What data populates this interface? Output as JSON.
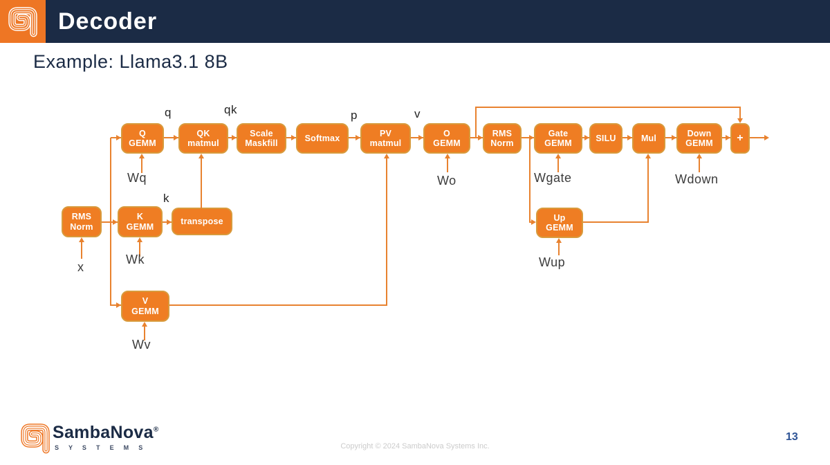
{
  "header": {
    "title": "Decoder"
  },
  "subtitle": "Example: Llama3.1 8B",
  "diagram": {
    "nodes": {
      "q_gemm": "Q\nGEMM",
      "qk_matmul": "QK\nmatmul",
      "scale_maskfill": "Scale\nMaskfill",
      "softmax": "Softmax",
      "pv_matmul": "PV\nmatmul",
      "o_gemm": "O\nGEMM",
      "rms_norm_2": "RMS\nNorm",
      "gate_gemm": "Gate\nGEMM",
      "silu": "SILU",
      "mul": "Mul",
      "down_gemm": "Down\nGEMM",
      "plus": "+",
      "rms_norm_1": "RMS\nNorm",
      "k_gemm": "K\nGEMM",
      "transpose": "transpose",
      "v_gemm": "V\nGEMM",
      "up_gemm": "Up\nGEMM"
    },
    "edge_labels": {
      "q": "q",
      "qk": "qk",
      "p": "p",
      "v": "v",
      "k": "k"
    },
    "weight_labels": {
      "x": "x",
      "wq": "Wq",
      "wk": "Wk",
      "wv": "Wv",
      "wo": "Wo",
      "wgate": "Wgate",
      "wup": "Wup",
      "wdown": "Wdown"
    }
  },
  "footer": {
    "brand": "SambaNova",
    "brand_reg": "®",
    "brand_sub": "S Y S T E M S",
    "copyright": "Copyright © 2024 SambaNova Systems Inc.",
    "page_number": "13"
  },
  "colors": {
    "brand_orange": "#EE7624",
    "navy": "#1B2B45",
    "node_fill": "#EF7D23",
    "node_border": "#D89A3C",
    "connector": "#E8822F",
    "page_number_blue": "#2E5496",
    "copyright_gray": "#CBCBCB"
  }
}
